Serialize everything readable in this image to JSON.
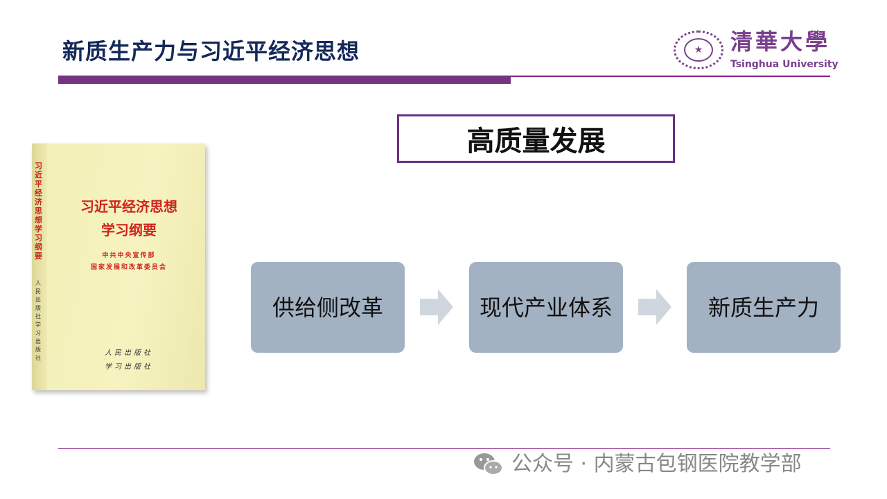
{
  "header": {
    "title": "新质生产力与习近平经济思想"
  },
  "logo": {
    "chinese": "清華大學",
    "english": "Tsinghua University"
  },
  "book": {
    "spine_title": "习近平经济思想学习纲要",
    "spine_publisher": "人民出版社 学习出版社",
    "title_line1": "习近平经济思想",
    "title_line2": "学习纲要",
    "author_line1": "中共中央宣传部",
    "author_line2": "国家发展和改革委员会",
    "publisher_line1": "人民出版社",
    "publisher_line2": "学习出版社"
  },
  "main": {
    "goal": "高质量发展",
    "flow": [
      {
        "label": "供给侧改革"
      },
      {
        "label": "现代产业体系"
      },
      {
        "label": "新质生产力"
      }
    ]
  },
  "watermark": {
    "text": "公众号 · 内蒙古包钢医院教学部"
  },
  "colors": {
    "title": "#14285a",
    "accent": "#72357f",
    "box": "#a3b2c3",
    "arrow": "#d0d6de"
  }
}
